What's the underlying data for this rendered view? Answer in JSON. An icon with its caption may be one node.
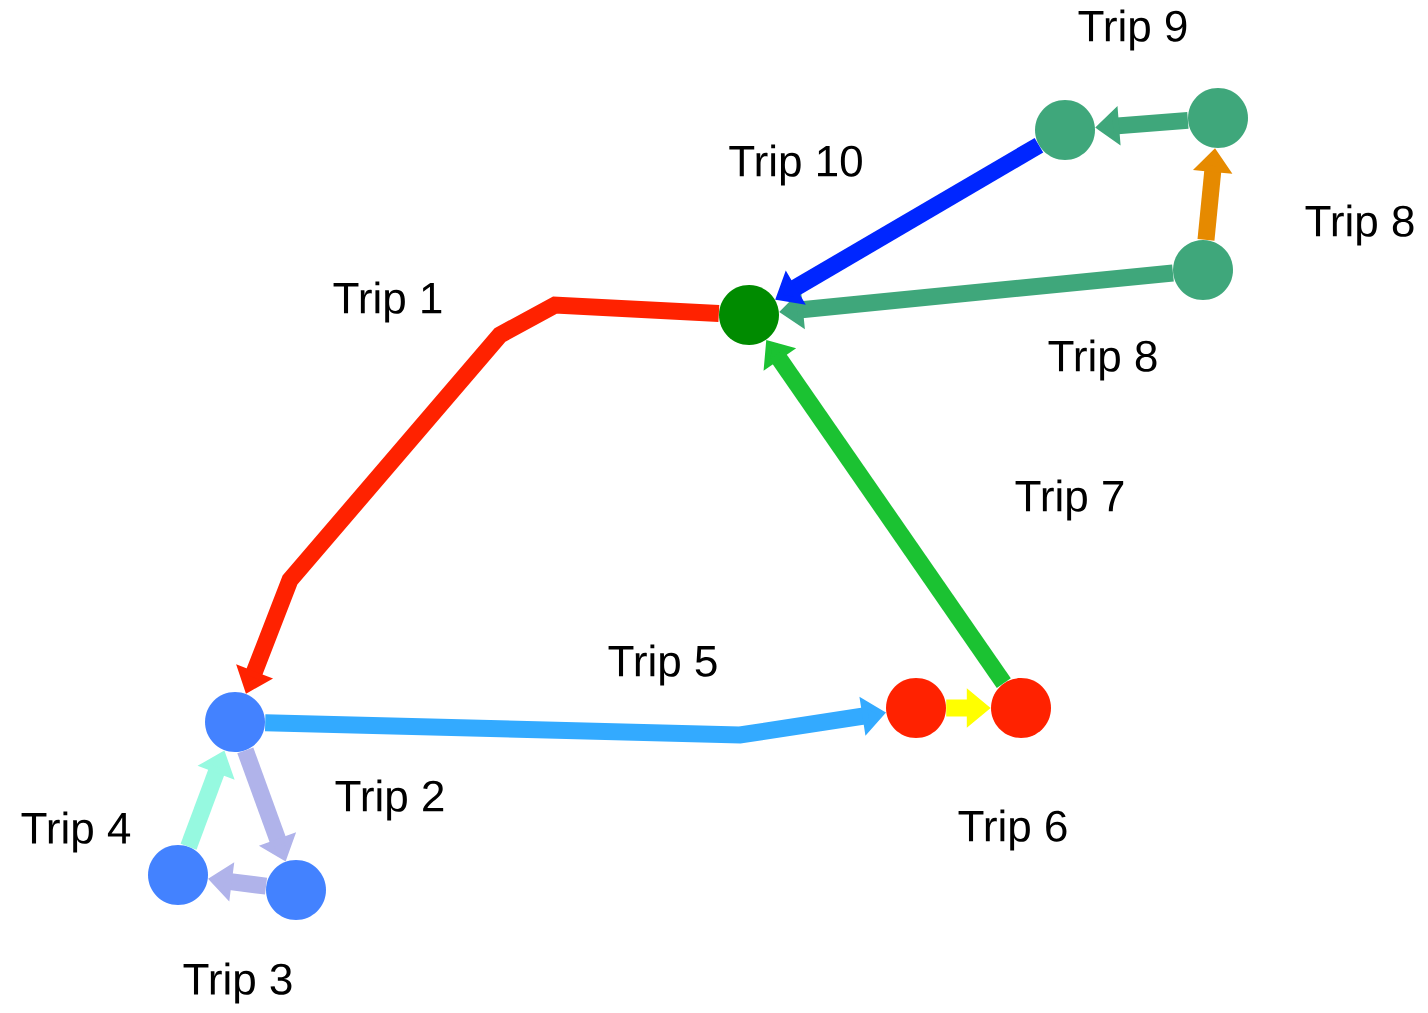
{
  "diagram": {
    "nodes": [
      {
        "text": [],
        "shape": "circle"
      },
      {
        "text": [],
        "shape": "circle"
      },
      {
        "text": [],
        "shape": "circle"
      },
      {
        "text": [],
        "shape": "circle"
      },
      {
        "text": [],
        "shape": "circle"
      },
      {
        "text": [],
        "shape": "circle"
      },
      {
        "text": [],
        "shape": "circle"
      },
      {
        "text": [],
        "shape": "circle"
      },
      {
        "text": [],
        "shape": "circle"
      }
    ],
    "edges": [
      {
        "from": 5,
        "to": 0,
        "arrow": "to",
        "label": "Trip 1",
        "color": "#ff2200"
      },
      {
        "from": 0,
        "to": 2,
        "arrow": "to",
        "label": "Trip 2",
        "color": "#b0b3ea"
      },
      {
        "from": 2,
        "to": 1,
        "arrow": "to",
        "label": "Trip 3",
        "color": "#b0b3ea"
      },
      {
        "from": 1,
        "to": 0,
        "arrow": "to",
        "label": "Trip 4",
        "color": "#96f9e0"
      },
      {
        "from": 0,
        "to": 3,
        "arrow": "to",
        "label": "Trip 5",
        "color": "#33aaff"
      },
      {
        "from": 3,
        "to": 4,
        "arrow": "to",
        "label": "Trip 6",
        "color": "#ffff00"
      },
      {
        "from": 4,
        "to": 5,
        "arrow": "to",
        "label": "Trip 7",
        "color": "#1bc232"
      },
      {
        "from": 8,
        "to": 7,
        "arrow": "to",
        "label": "Trip 8",
        "color": "#e68a00"
      },
      {
        "from": 8,
        "to": 5,
        "arrow": "to",
        "label": "Trip 8",
        "color": "#3fa77b"
      },
      {
        "from": 7,
        "to": 6,
        "arrow": "to",
        "label": "Trip 9",
        "color": "#3fa77b"
      },
      {
        "from": 6,
        "to": 5,
        "arrow": "to",
        "label": "Trip 10",
        "color": "#0026ff"
      }
    ]
  }
}
